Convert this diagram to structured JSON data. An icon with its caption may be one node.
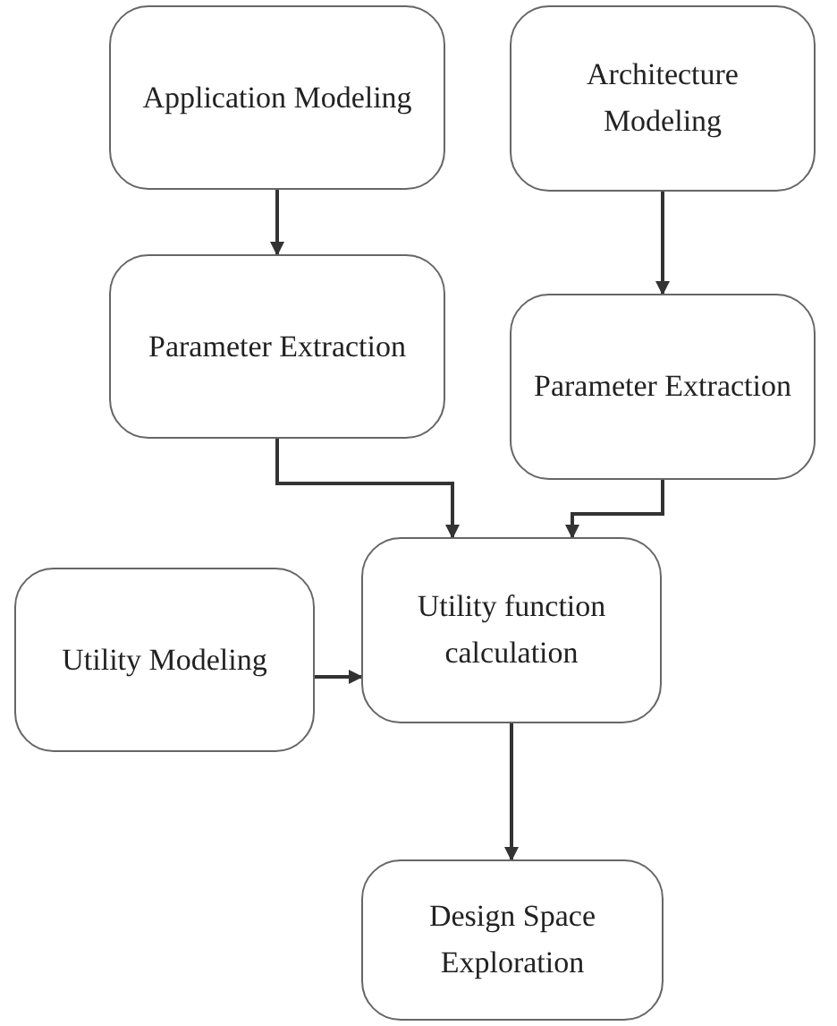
{
  "diagram": {
    "nodes": [
      {
        "text": [
          "Application Modeling"
        ]
      },
      {
        "text": [
          "Architecture Modeling"
        ]
      },
      {
        "text": [
          "Parameter Extraction"
        ]
      },
      {
        "text": [
          "Parameter Extraction"
        ]
      },
      {
        "text": [
          "Utility Modeling"
        ]
      },
      {
        "text": [
          "Utility function calculation"
        ]
      },
      {
        "text": [
          "Design Space Exploration"
        ]
      }
    ],
    "edges": [
      {
        "from": 0,
        "to": 2,
        "arrow": "to"
      },
      {
        "from": 1,
        "to": 3,
        "arrow": "to"
      },
      {
        "from": 2,
        "to": 5,
        "arrow": "to"
      },
      {
        "from": 3,
        "to": 5,
        "arrow": "to"
      },
      {
        "from": 4,
        "to": 5,
        "arrow": "to"
      },
      {
        "from": 5,
        "to": 6,
        "arrow": "to"
      }
    ]
  }
}
